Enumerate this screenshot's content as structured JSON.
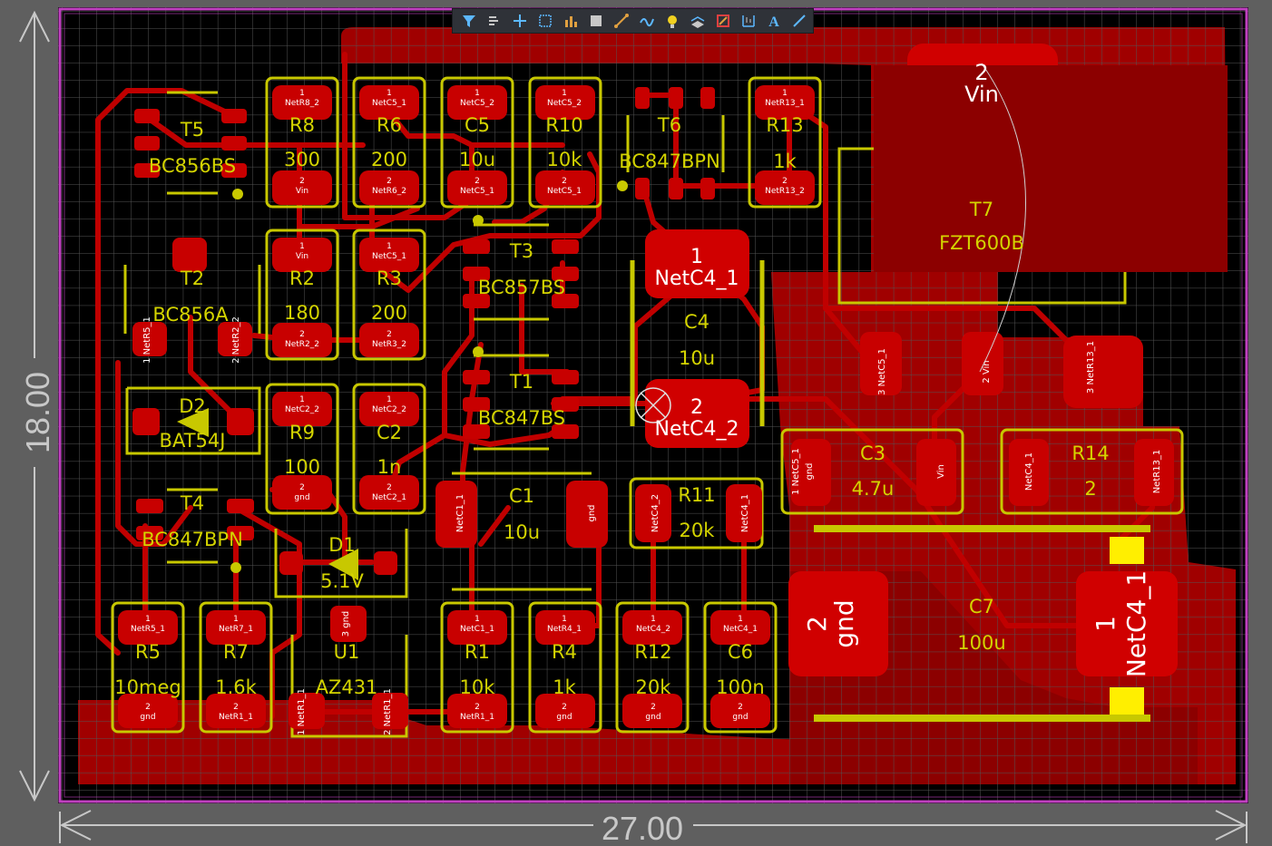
{
  "board": {
    "width_dim": "27.00",
    "height_dim": "18.00"
  },
  "toolbar": {
    "tools": [
      "filter-icon",
      "route-interactive-icon",
      "cross-probe-icon",
      "select-box-icon",
      "chart-bar-icon",
      "select-component-icon",
      "route-track-icon",
      "diff-pair-icon",
      "bulb-icon",
      "layer-stack-icon",
      "place-pad-icon",
      "dimension-icon",
      "text-icon",
      "line-icon"
    ]
  },
  "components": [
    {
      "ref": "T5",
      "value": "BC856BS"
    },
    {
      "ref": "R8",
      "value": "300",
      "pins": [
        "NetR8_2",
        "Vin"
      ]
    },
    {
      "ref": "R6",
      "value": "200",
      "pins": [
        "NetC5_1",
        "NetR6_2"
      ]
    },
    {
      "ref": "C5",
      "value": "10u",
      "pins": [
        "NetC5_2",
        "NetC5_1"
      ]
    },
    {
      "ref": "R10",
      "value": "10k",
      "pins": [
        "NetC5_2",
        "NetC5_1"
      ]
    },
    {
      "ref": "T6",
      "value": "BC847BPN"
    },
    {
      "ref": "R13",
      "value": "1k",
      "pins": [
        "NetR13_1",
        "NetR13_2"
      ]
    },
    {
      "ref": "T7",
      "value": "FZT600B"
    },
    {
      "ref": "R2",
      "value": "180",
      "pins": [
        "Vin",
        "NetR2_2"
      ]
    },
    {
      "ref": "R3",
      "value": "200",
      "pins": [
        "NetC5_1",
        "NetR3_2"
      ]
    },
    {
      "ref": "T3",
      "value": "BC857BS"
    },
    {
      "ref": "T2",
      "value": "BC856A"
    },
    {
      "ref": "C4",
      "value": "10u",
      "pins": [
        "NetC4_1",
        "NetC4_2"
      ]
    },
    {
      "ref": "D2",
      "value": "BAT54J"
    },
    {
      "ref": "R9",
      "value": "100",
      "pins": [
        "NetC2_2",
        "gnd"
      ]
    },
    {
      "ref": "C2",
      "value": "1n",
      "pins": [
        "NetC2_2",
        "NetC2_1"
      ]
    },
    {
      "ref": "T1",
      "value": "BC847BS"
    },
    {
      "ref": "C3",
      "value": "4.7u",
      "pins": [
        "gnd",
        "Vin"
      ]
    },
    {
      "ref": "R14",
      "value": "2",
      "pins": [
        "NetC4_1",
        "NetR13_1"
      ]
    },
    {
      "ref": "T4",
      "value": "BC847BPN"
    },
    {
      "ref": "C1",
      "value": "10u",
      "pins": [
        "NetC1_1",
        "gnd"
      ]
    },
    {
      "ref": "R11",
      "value": "20k",
      "pins": [
        "NetC4_2",
        "NetC4_1"
      ]
    },
    {
      "ref": "D1",
      "value": "5.1V"
    },
    {
      "ref": "C7",
      "value": "100u",
      "pins": [
        "gnd",
        "NetC4_1"
      ]
    },
    {
      "ref": "R5",
      "value": "10meg",
      "pins": [
        "NetR5_1",
        "gnd"
      ]
    },
    {
      "ref": "R7",
      "value": "1.6k",
      "pins": [
        "NetR7_1",
        "NetR1_1"
      ]
    },
    {
      "ref": "U1",
      "value": "AZ431"
    },
    {
      "ref": "R1",
      "value": "10k",
      "pins": [
        "NetC1_1",
        "NetR1_1"
      ]
    },
    {
      "ref": "R4",
      "value": "1k",
      "pins": [
        "NetR4_1",
        "gnd"
      ]
    },
    {
      "ref": "R12",
      "value": "20k",
      "pins": [
        "NetC4_2",
        "gnd"
      ]
    },
    {
      "ref": "C6",
      "value": "100n",
      "pins": [
        "NetC4_1",
        "gnd"
      ]
    }
  ],
  "big_pads": [
    {
      "num": "2",
      "net": "Vin"
    },
    {
      "num": "1",
      "net": "NetC4_1"
    },
    {
      "num": "2",
      "net": "NetC4_2"
    },
    {
      "num": "2",
      "net": "gnd"
    },
    {
      "num": "1",
      "net": "NetC4_1"
    }
  ],
  "misc_pads": [
    "1 NetC5_1",
    "2 Vin",
    "3 NetR13_1",
    "3 NetC5_1",
    "1 NetR5_1",
    "2 NetR2_2",
    "1 NetR1_1",
    "2 NetR1_1",
    "3 gnd"
  ],
  "colors": {
    "background": "#000000",
    "copper": "#b30000",
    "pad": "#c40000",
    "silkscreen": "#c8c800",
    "grid": "#4a4a4a",
    "outline": "#c040c0",
    "dimension": "#c8c8c8",
    "frame": "#5f5f5f"
  }
}
